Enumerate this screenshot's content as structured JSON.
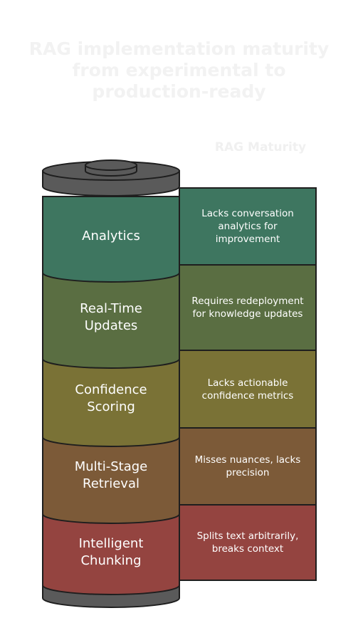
{
  "title": "RAG implementation maturity from experimental to production-ready",
  "side_title": "RAG Maturity",
  "levels": [
    {
      "label": "Analytics",
      "description": "Lacks conversation analytics for improvement",
      "color": "#3e7660"
    },
    {
      "label": "Real-Time Updates",
      "description": "Requires redeployment for knowledge updates",
      "color": "#5a6e42"
    },
    {
      "label": "Confidence Scoring",
      "description": "Lacks actionable confidence metrics",
      "color": "#7a7236"
    },
    {
      "label": "Multi-Stage Retrieval",
      "description": "Misses nuances, lacks precision",
      "color": "#7c5a38"
    },
    {
      "label": "Intelligent Chunking",
      "description": "Splits text arbitrarily, breaks context",
      "color": "#944440"
    }
  ],
  "colors": {
    "cap": "#5a5a5a",
    "outline": "#1e1e1e"
  }
}
